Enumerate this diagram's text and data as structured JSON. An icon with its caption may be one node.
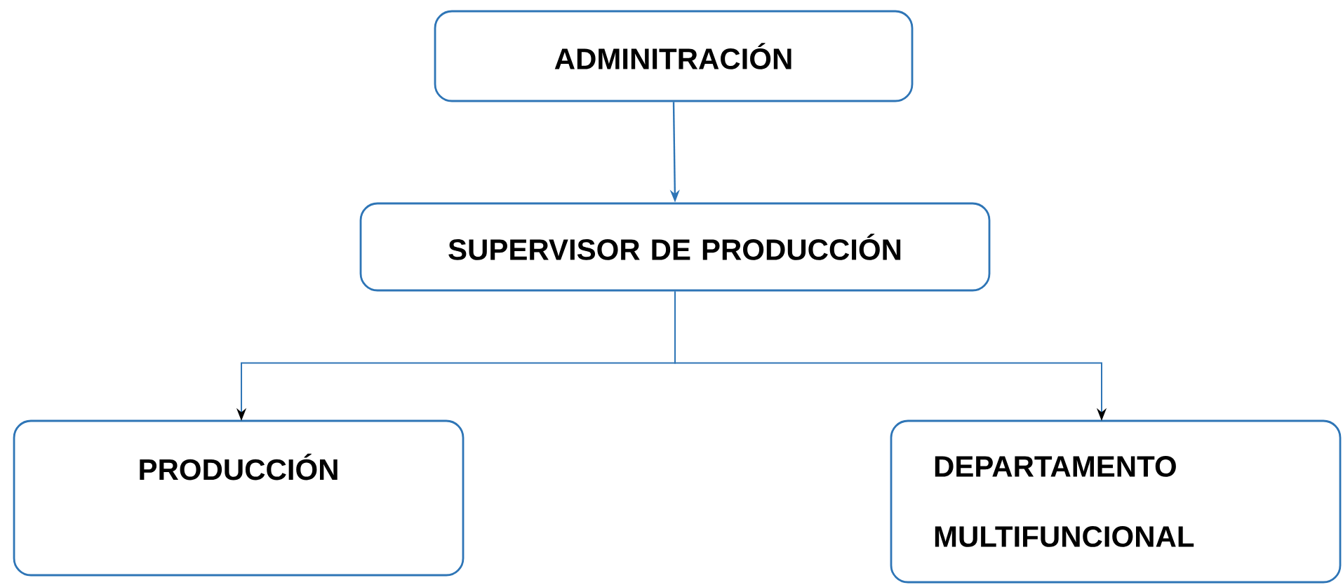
{
  "diagram": {
    "nodes": [
      {
        "text": [
          "ADMINITRACIÓN"
        ]
      },
      {
        "text": [
          "SUPERVISOR DE PRODUCCIÓN"
        ]
      },
      {
        "text": [
          "PRODUCCIÓN"
        ]
      },
      {
        "text": [
          "DEPARTAMENTO MULTIFUNCIONAL"
        ]
      }
    ],
    "edges": [
      {
        "from": 0,
        "to": 1,
        "arrow": "to"
      },
      {
        "from": 1,
        "to": 2,
        "arrow": "to"
      },
      {
        "from": 1,
        "to": 3,
        "arrow": "to"
      }
    ]
  }
}
